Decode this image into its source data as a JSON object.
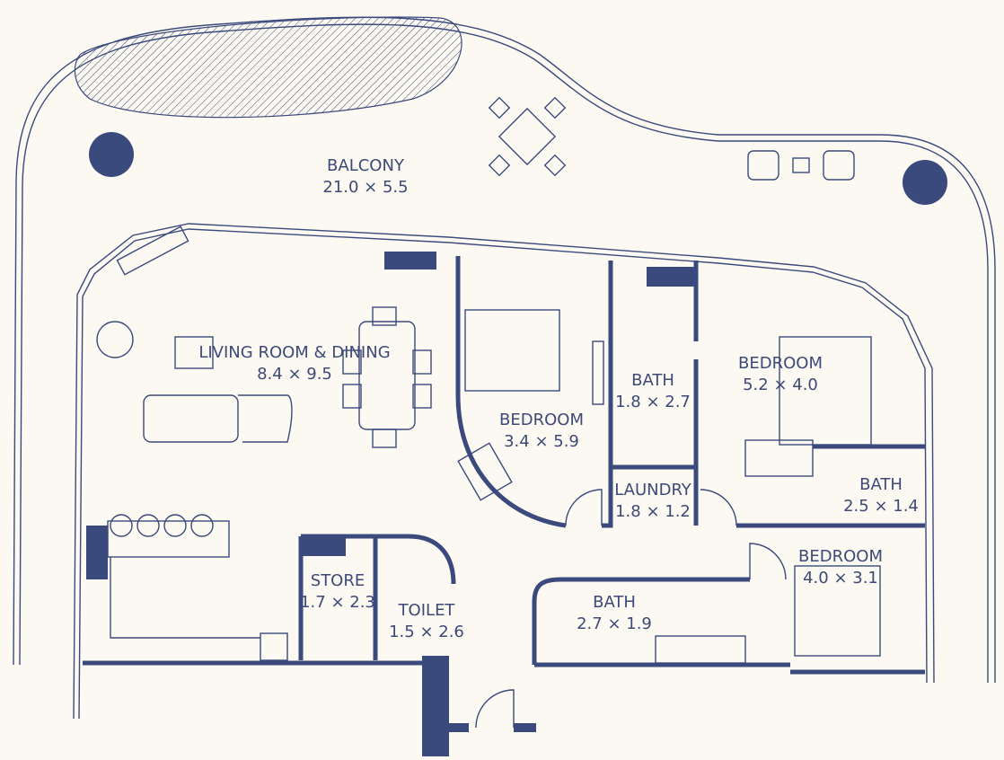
{
  "colors": {
    "background": "#fcf8f2",
    "walls": "#3b4a7c"
  },
  "rooms": [
    {
      "name": "BALCONY",
      "size": "21.0 × 5.5"
    },
    {
      "name": "LIVING ROOM & DINING",
      "size": "8.4 × 9.5"
    },
    {
      "name": "BEDROOM",
      "size": "3.4 × 5.9"
    },
    {
      "name": "BATH",
      "size": "1.8 × 2.7"
    },
    {
      "name": "BEDROOM",
      "size": "5.2 × 4.0"
    },
    {
      "name": "BATH",
      "size": "2.5 × 1.4"
    },
    {
      "name": "LAUNDRY",
      "size": "1.8 × 1.2"
    },
    {
      "name": "BEDROOM",
      "size": "4.0 × 3.1"
    },
    {
      "name": "BATH",
      "size": "2.7 × 1.9"
    },
    {
      "name": "STORE",
      "size": "1.7 × 2.3"
    },
    {
      "name": "TOILET",
      "size": "1.5 × 2.6"
    }
  ]
}
